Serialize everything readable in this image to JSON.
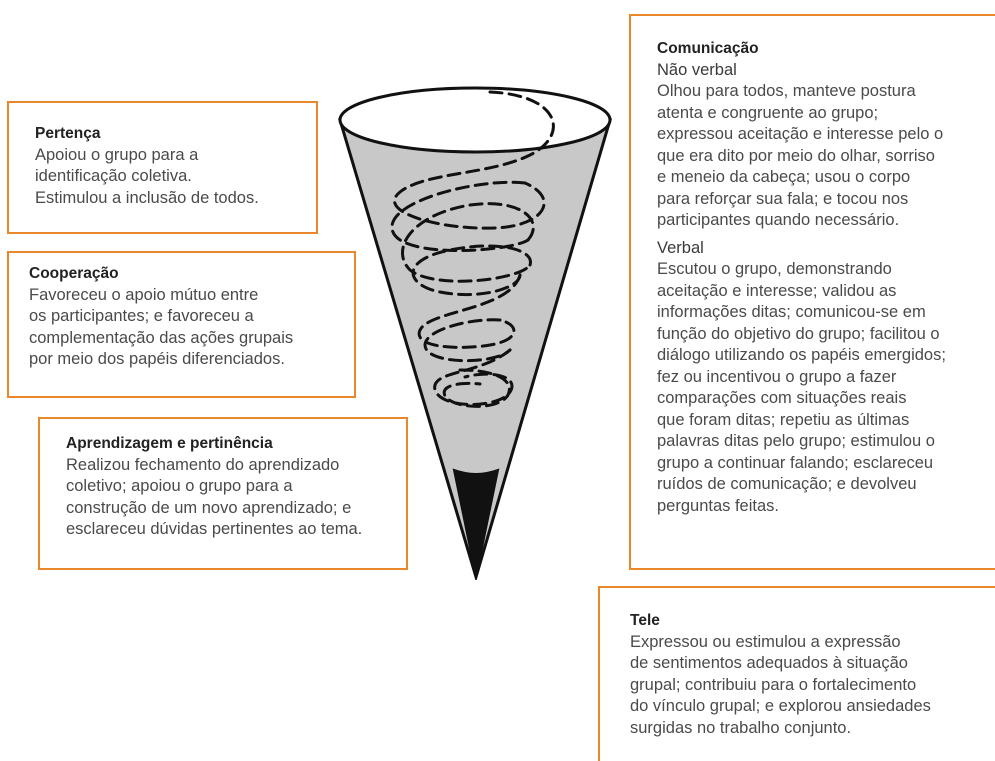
{
  "pertenca": {
    "title": "Pertença",
    "lines": [
      "Apoiou o grupo para a",
      "identificação coletiva.",
      "Estimulou a inclusão de todos."
    ]
  },
  "cooperacao": {
    "title": "Cooperação",
    "lines": [
      "Favoreceu o apoio mútuo entre",
      "os participantes; e favoreceu a",
      "complementação das ações grupais",
      "por meio dos papéis diferenciados."
    ]
  },
  "aprendizagem": {
    "title": "Aprendizagem e pertinência",
    "lines": [
      "Realizou fechamento do aprendizado",
      "coletivo; apoiou o grupo para a",
      "construção de um novo aprendizado; e",
      "esclareceu dúvidas pertinentes ao tema."
    ]
  },
  "comunicacao": {
    "title": "Comunicação",
    "nao_verbal_label": "Não verbal",
    "nao_verbal_lines": [
      "Olhou para todos, manteve postura",
      "atenta e congruente ao grupo;",
      "expressou aceitação e interesse pelo o",
      "que era dito por meio do olhar, sorriso",
      "e meneio da cabeça; usou o corpo",
      "para reforçar sua fala; e tocou nos",
      "participantes quando necessário."
    ],
    "verbal_label": "Verbal",
    "verbal_lines": [
      "Escutou o grupo, demonstrando",
      "aceitação e interesse; validou as",
      "informações ditas; comunicou-se em",
      "função do objetivo do grupo; facilitou o",
      "diálogo utilizando os papéis emergidos;",
      "fez ou incentivou o grupo a fazer",
      "comparações com situações reais",
      "que foram ditas; repetiu as últimas",
      "palavras ditas pelo grupo; estimulou o",
      "grupo a continuar falando; esclareceu",
      "ruídos de comunicação; e devolveu",
      "perguntas feitas."
    ]
  },
  "tele": {
    "title": "Tele",
    "lines": [
      "Expressou ou estimulou a expressão",
      "de sentimentos adequados à situação",
      "grupal; contribuiu para o fortalecimento",
      "do vínculo grupal; e explorou ansiedades",
      "surgidas no trabalho conjunto."
    ]
  },
  "colors": {
    "border": "#e8872c",
    "cone_fill": "#c8c8c8",
    "cone_tip": "#111111",
    "spiral": "#111111"
  }
}
